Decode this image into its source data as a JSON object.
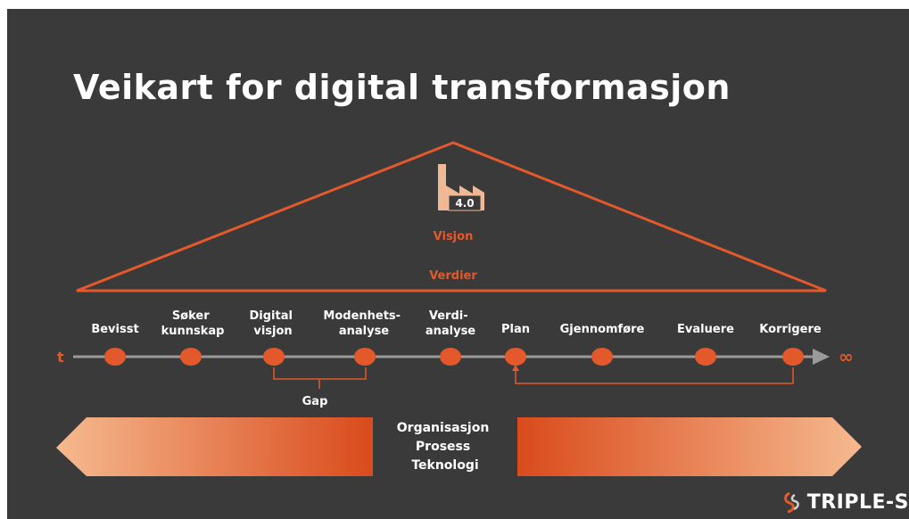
{
  "title": "Veikart for digital transformasjon",
  "pyramid": {
    "icon_label": "4.0",
    "vision_label": "Visjon",
    "values_label": "Verdier"
  },
  "timeline": {
    "start_label": "t",
    "end_label": "∞",
    "steps": [
      {
        "lines": [
          "Bevisst"
        ]
      },
      {
        "lines": [
          "Søker",
          "kunnskap"
        ]
      },
      {
        "lines": [
          "Digital",
          "visjon"
        ]
      },
      {
        "lines": [
          "Modenhets-",
          "analyse"
        ]
      },
      {
        "lines": [
          "Verdi-",
          "analyse"
        ]
      },
      {
        "lines": [
          "Plan"
        ]
      },
      {
        "lines": [
          "Gjennomføre"
        ]
      },
      {
        "lines": [
          "Evaluere"
        ]
      },
      {
        "lines": [
          "Korrigere"
        ]
      }
    ],
    "gap_label": "Gap"
  },
  "bottom": {
    "lines": [
      "Organisasjon",
      "Prosess",
      "Teknologi"
    ]
  },
  "brand": "TRIPLE-S",
  "colors": {
    "background": "#3a3a3a",
    "accent": "#e3592b",
    "text": "#ffffff",
    "axis": "#9a9a9a"
  }
}
